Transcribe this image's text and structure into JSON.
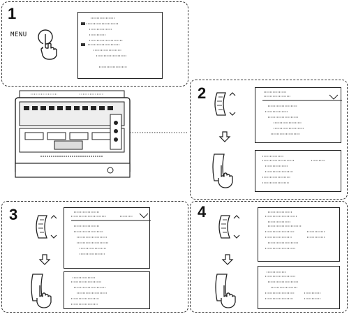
{
  "step_numbers": [
    "1",
    "2",
    "3",
    "4"
  ],
  "menu_button_label": "MENU",
  "device_label_left": "",
  "device_label_right": "",
  "icons": {
    "menu_button": "finger-press-icon",
    "dial_up_down": "dial-arrows-icon",
    "dial_press": "finger-press-dial-icon",
    "arrow_down": "arrow-down-icon",
    "camcorder": "camcorder-icon"
  },
  "colors": {
    "line": "#222222",
    "panel_border": "#333333",
    "background": "#ffffff"
  }
}
